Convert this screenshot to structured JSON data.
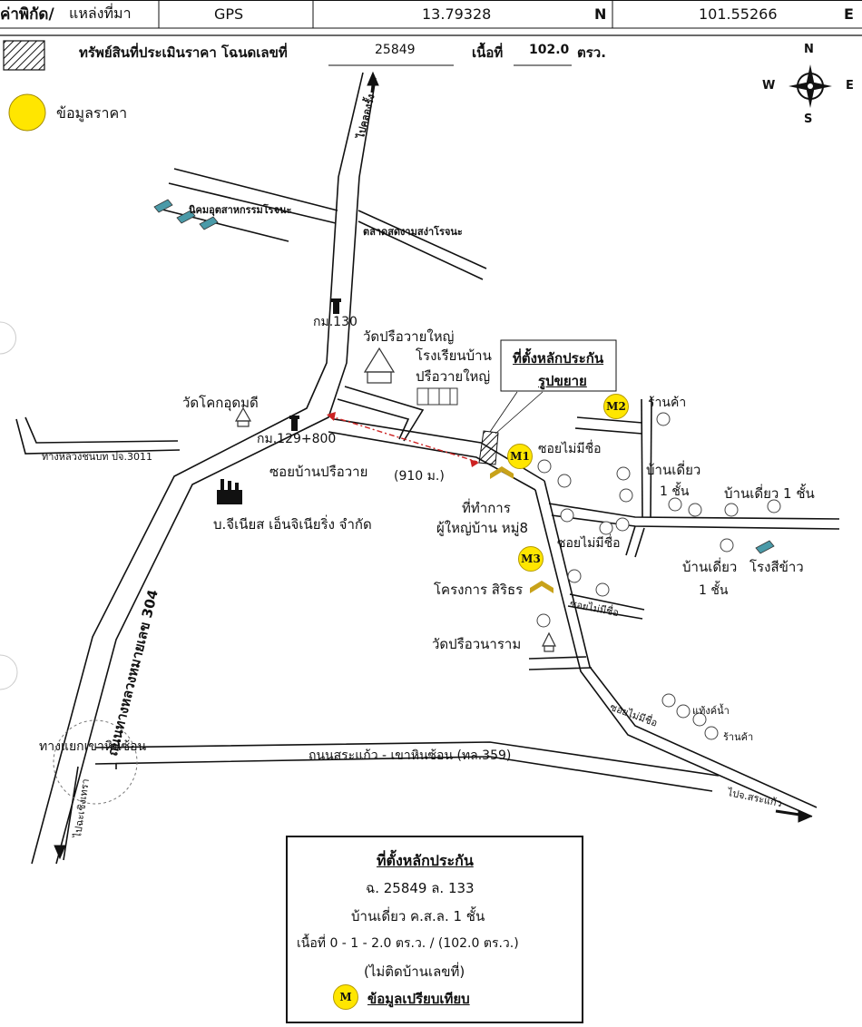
{
  "header": {
    "coord_label": "ค่าพิกัด/",
    "source_label": "แหล่งที่มา",
    "source_value": "GPS",
    "latitude": "13.79328",
    "lat_dir": "N",
    "longitude": "101.55266",
    "lon_dir": "E"
  },
  "subject": {
    "label": "ทรัพย์สินที่ประเมินราคา โฉนดเลขที่",
    "deed_no": "25849",
    "area_label": "เนื้อที่",
    "area_value": "102.0",
    "area_unit": "ตรว."
  },
  "price_legend": {
    "label": "ข้อมูลราคา",
    "color": "#ffe600"
  },
  "compass": {
    "n": "N",
    "s": "S",
    "e": "E",
    "w": "W"
  },
  "map_labels": {
    "to_klong_rang": "ไปคลองรั้ง",
    "industrial_estate": "นิคมอุตสาหกรรมโรจนะ",
    "market": "ตลาดสดงามสง่าโรจนะ",
    "km130": "กม.130",
    "wat_preuwai_yai": "วัดปรือวายใหญ่",
    "school_line1": "โรงเรียนบ้าน",
    "school_line2": "ปรือวายใหญ่",
    "collateral_callout_line1": "ที่ตั้งหลักประกัน",
    "collateral_callout_line2": "รูปขยาย",
    "wat_khok_udom": "วัดโคกอุดมดี",
    "km129": "กม.129+800",
    "highway_3011": "ทางหลวงชนบท ปจ.3011",
    "soi_preuwai": "ซอยบ้านปรือวาย",
    "distance": "(910 ม.)",
    "gnes_company": "บ.จีเนียส เอ็นจิเนียริ่ง จำกัด",
    "office_line1": "ที่ทำการ",
    "office_line2": "ผู้ใหญ่บ้าน หมู่8",
    "highway_304": "ถนนทางหลวงหมายเลข 304",
    "shop1": "ร้านค้า",
    "soi_unnamed1": "ซอยไม่มีชื่อ",
    "house1_line1": "บ้านเดี่ยว",
    "house1_line2": "1 ชั้น",
    "house2": "บ้านเดี่ยว 1 ชั้น",
    "soi_unnamed2": "ซอยไม่มีชื่อ",
    "house3_line1": "บ้านเดี่ยว",
    "house3_line2": "1 ชั้น",
    "rice_mill": "โรงสีข้าว",
    "project_sirithorn": "โครงการ สิริธร",
    "soi_unnamed3": "ซอยไม่มีชื่อ",
    "wat_preuwanaram": "วัดปรือวนาราม",
    "soi_unnamed4": "ซอยไม่มีชื่อ",
    "water_tank": "แท้งค์น้ำ",
    "shop2": "ร้านค้า",
    "khao_hin_son_junction": "ทางแยกเขาหินซ้อน",
    "road_359": "ถนนสระแก้ว - เขาหินซ้อน (ทล.359)",
    "to_chachoengsao": "ไปฉะเชิงเทรา",
    "to_sakaeo": "ไปจ.สระแก้ว"
  },
  "markers": {
    "m1": "M1",
    "m2": "M2",
    "m3": "M3"
  },
  "legend": {
    "title": "ที่ตั้งหลักประกัน",
    "deed": "ฉ. 25849 ล. 133",
    "building": "บ้านเดี่ยว ค.ส.ล. 1 ชั้น",
    "area": "เนื้อที่ 0 - 1 - 2.0  ตร.ว. / (102.0 ตร.ว.)",
    "no_address": "(ไม่ติดบ้านเลขที่)",
    "m_symbol": "M",
    "m_text": "ข้อมูลเปรียบเทียบ"
  },
  "colors": {
    "marker_yellow": "#ffe600",
    "office_icon": "#c8a21a",
    "route_red": "#cc2222",
    "building_teal": "#4a9aa8"
  }
}
